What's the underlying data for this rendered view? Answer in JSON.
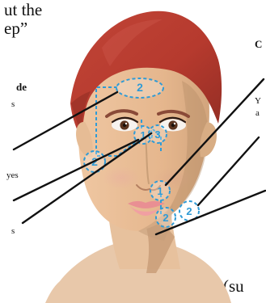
{
  "texts": {
    "top_line_1": "ut the",
    "top_line_2": "ep”",
    "left_header": "de",
    "left_label_1": "s",
    "left_label_2": "yes",
    "left_label_3": "s",
    "right_header": "C",
    "right_label_1": "Y",
    "right_label_2": "a",
    "bottom_fragment": "(su"
  },
  "markers": {
    "brow_center": "2",
    "left_temple": "2",
    "nose_bridge_left": "1",
    "nose_bridge_right": "3",
    "cheek": "1",
    "jaw_left": "2",
    "jaw_right": "2"
  },
  "colors": {
    "hair": "#b83a2f",
    "skin": "#edc39c",
    "shadow": "#caa27b",
    "marker": "#2f9bd6",
    "leader": "#111111",
    "lips": "#ea8f93",
    "eyes": "#5b341f"
  }
}
